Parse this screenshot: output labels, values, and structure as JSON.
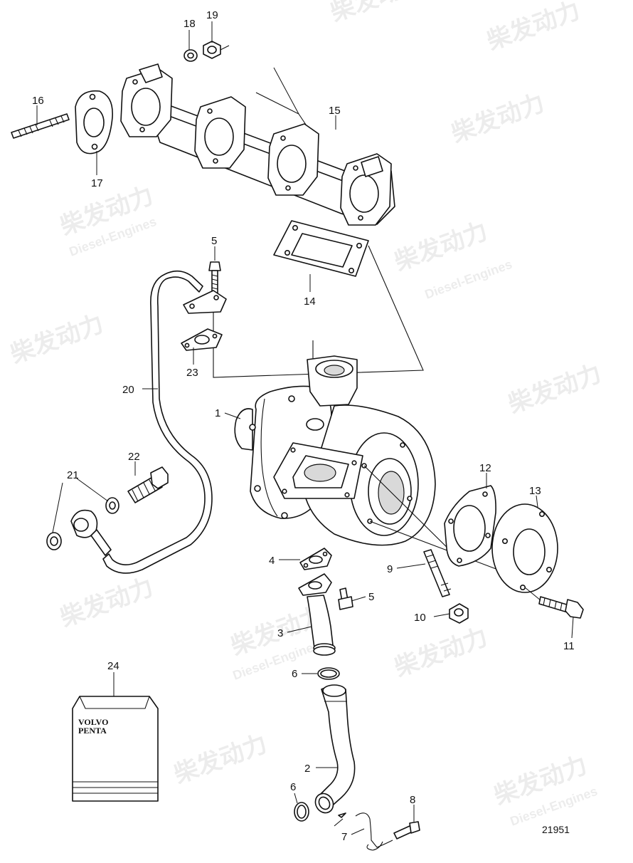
{
  "diagram": {
    "reference_number": "21951",
    "brand_box": {
      "line1": "VOLVO",
      "line2": "PENTA"
    },
    "watermark": {
      "text_cn": "柴发动力",
      "text_en": "Diesel-Engines"
    },
    "callouts": [
      {
        "id": "c1",
        "label": "1"
      },
      {
        "id": "c2",
        "label": "2"
      },
      {
        "id": "c3",
        "label": "3"
      },
      {
        "id": "c4",
        "label": "4"
      },
      {
        "id": "c5a",
        "label": "5"
      },
      {
        "id": "c5b",
        "label": "5"
      },
      {
        "id": "c6a",
        "label": "6"
      },
      {
        "id": "c6b",
        "label": "6"
      },
      {
        "id": "c7",
        "label": "7"
      },
      {
        "id": "c8",
        "label": "8"
      },
      {
        "id": "c9",
        "label": "9"
      },
      {
        "id": "c10",
        "label": "10"
      },
      {
        "id": "c11",
        "label": "11"
      },
      {
        "id": "c12",
        "label": "12"
      },
      {
        "id": "c13",
        "label": "13"
      },
      {
        "id": "c14",
        "label": "14"
      },
      {
        "id": "c15",
        "label": "15"
      },
      {
        "id": "c16",
        "label": "16"
      },
      {
        "id": "c17",
        "label": "17"
      },
      {
        "id": "c18",
        "label": "18"
      },
      {
        "id": "c19",
        "label": "19"
      },
      {
        "id": "c20",
        "label": "20"
      },
      {
        "id": "c21",
        "label": "21"
      },
      {
        "id": "c22",
        "label": "22"
      },
      {
        "id": "c23",
        "label": "23"
      },
      {
        "id": "c24",
        "label": "24"
      }
    ]
  }
}
